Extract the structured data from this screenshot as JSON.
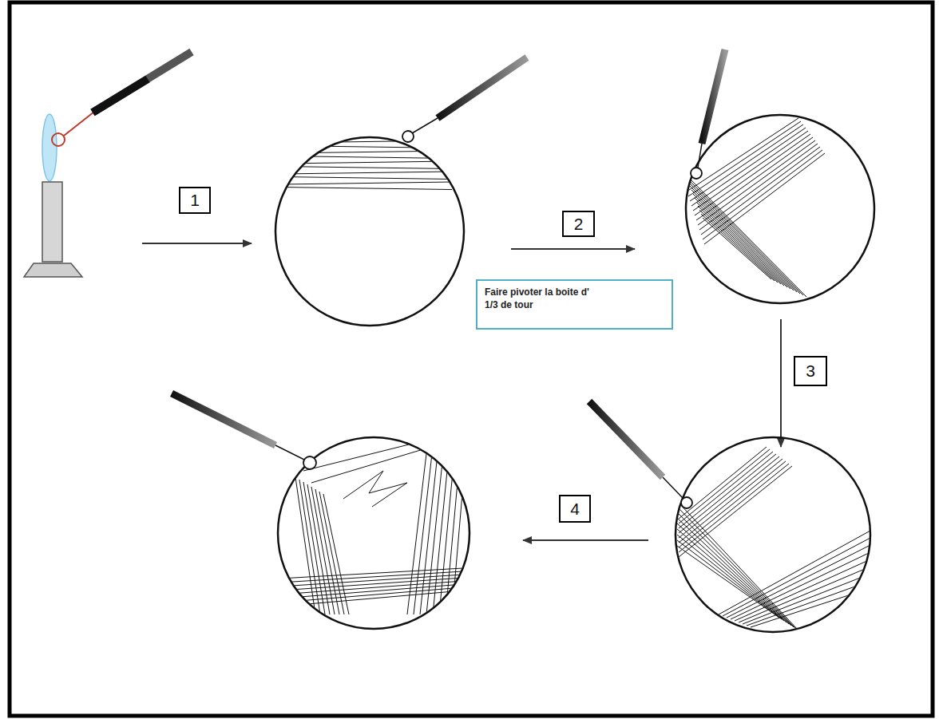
{
  "diagram": {
    "nodes": [
      {
        "text": [
          "1"
        ]
      },
      {
        "text": [
          "2"
        ]
      },
      {
        "text": [
          "Faire pivoter la boite d' 1/3 de tour"
        ]
      },
      {
        "text": [
          "3"
        ]
      },
      {
        "text": [
          "4"
        ]
      }
    ]
  }
}
